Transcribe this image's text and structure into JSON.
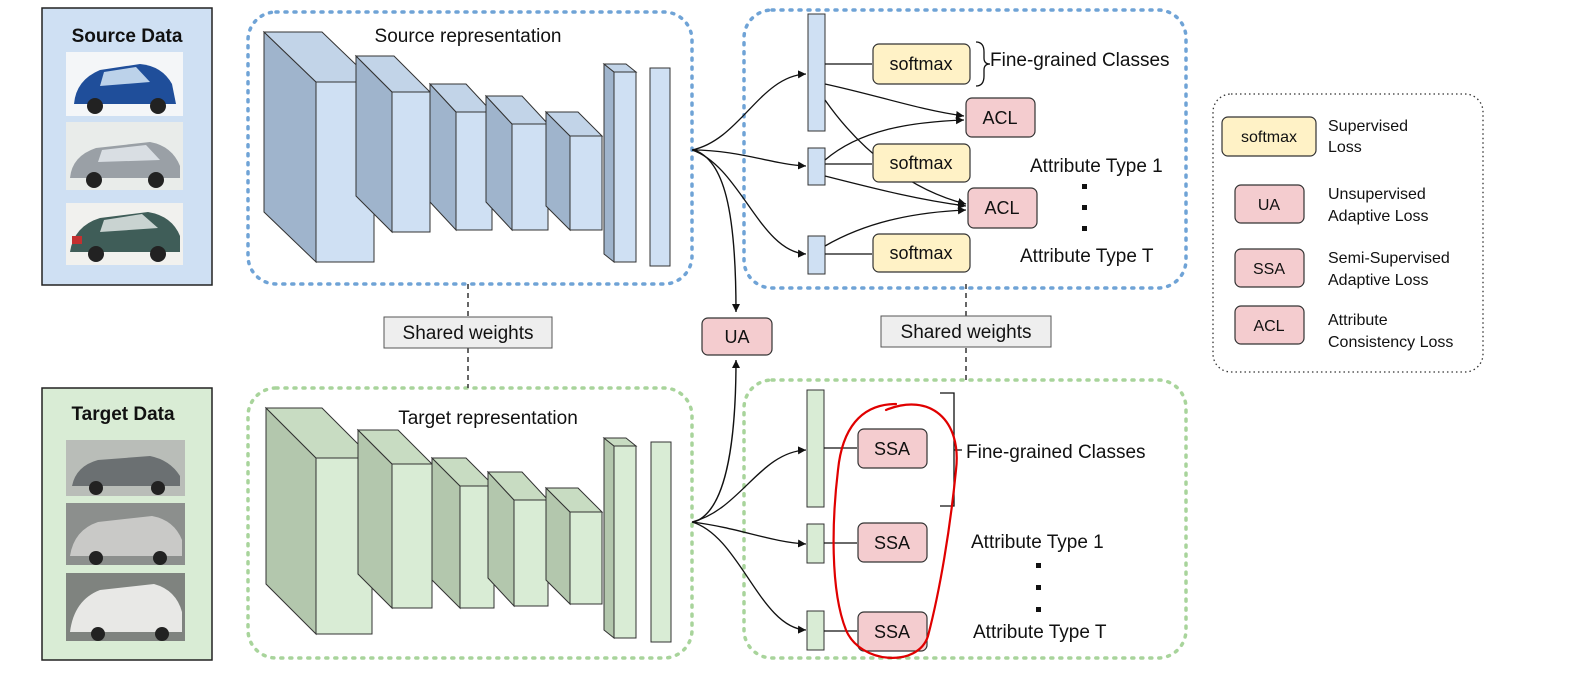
{
  "source_panel": {
    "title": "Source Data"
  },
  "target_panel": {
    "title": "Target Data"
  },
  "source_network": {
    "label": "Source representation"
  },
  "target_network": {
    "label": "Target representation"
  },
  "shared_weights_left": "Shared weights",
  "shared_weights_right": "Shared weights",
  "ua_node": "UA",
  "source_heads": {
    "softmax_1": "softmax",
    "softmax_2": "softmax",
    "softmax_3": "softmax",
    "acl_1": "ACL",
    "acl_2": "ACL",
    "fine_grained": "Fine-grained Classes",
    "attr_1": "Attribute Type 1",
    "attr_t": "Attribute Type T"
  },
  "target_heads": {
    "ssa_1": "SSA",
    "ssa_2": "SSA",
    "ssa_3": "SSA",
    "fine_grained": "Fine-grained Classes",
    "attr_1": "Attribute Type 1",
    "attr_t": "Attribute Type T"
  },
  "legend": {
    "items": [
      {
        "key": "softmax",
        "line1": "Supervised",
        "line2": "Loss"
      },
      {
        "key": "UA",
        "line1": "Unsupervised",
        "line2": "Adaptive Loss"
      },
      {
        "key": "SSA",
        "line1": "Semi-Supervised",
        "line2": "Adaptive Loss"
      },
      {
        "key": "ACL",
        "line1": "Attribute",
        "line2": "Consistency Loss"
      }
    ]
  },
  "colors": {
    "source_fill": "#cfe0f3",
    "target_fill": "#d9ecd5",
    "source_dots": "#6fa3d6",
    "target_dots": "#a8d49b",
    "softmax_fill": "#fff2c6",
    "loss_fill": "#f4cccf",
    "annotation_red": "#e00000",
    "shared_fill": "#eeeeee"
  }
}
